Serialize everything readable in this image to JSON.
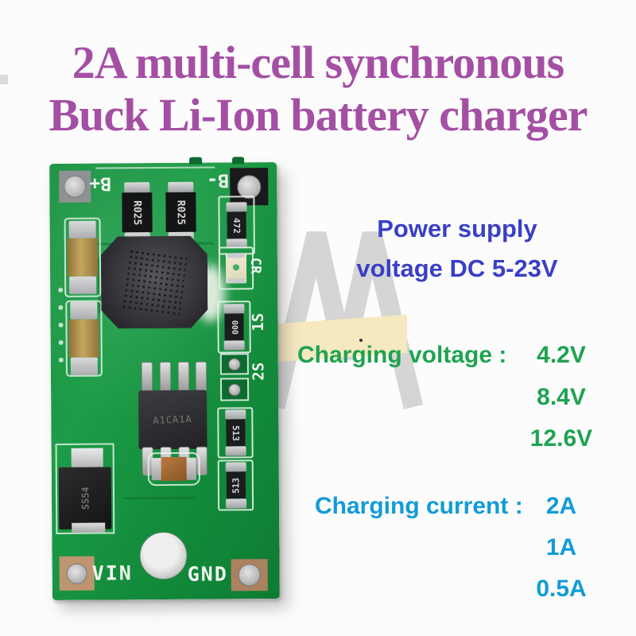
{
  "title": {
    "line1": "2A multi-cell synchronous",
    "line2": "Buck Li-Ion battery charger",
    "color": "#a44fa4"
  },
  "specs": {
    "power_supply": {
      "line1": "Power supply",
      "line2": "voltage DC 5-23V",
      "color": "#3a3fc5"
    },
    "charging_voltage": {
      "label": "Charging voltage :",
      "values": [
        "4.2V",
        "8.4V",
        "12.6V"
      ],
      "color": "#1ea351"
    },
    "charging_current": {
      "label": "Charging current :",
      "values": [
        "2A",
        "1A",
        "0.5A"
      ],
      "color": "#129bd7"
    }
  },
  "pcb": {
    "board_color": "#17913e",
    "silkscreen": {
      "b_plus": "B+",
      "b_minus": "B-",
      "cr": "CR",
      "s1": "1S",
      "s2": "2S",
      "vin": "VIN",
      "gnd": "GND"
    },
    "markings": {
      "shunt_left": "R025",
      "shunt_right": "R025",
      "resistor_472": "472",
      "resistor_000": "000",
      "resistor_513_top": "513",
      "resistor_513_bottom": "513",
      "ic": "A1CA1A",
      "diode": "SS54"
    }
  }
}
